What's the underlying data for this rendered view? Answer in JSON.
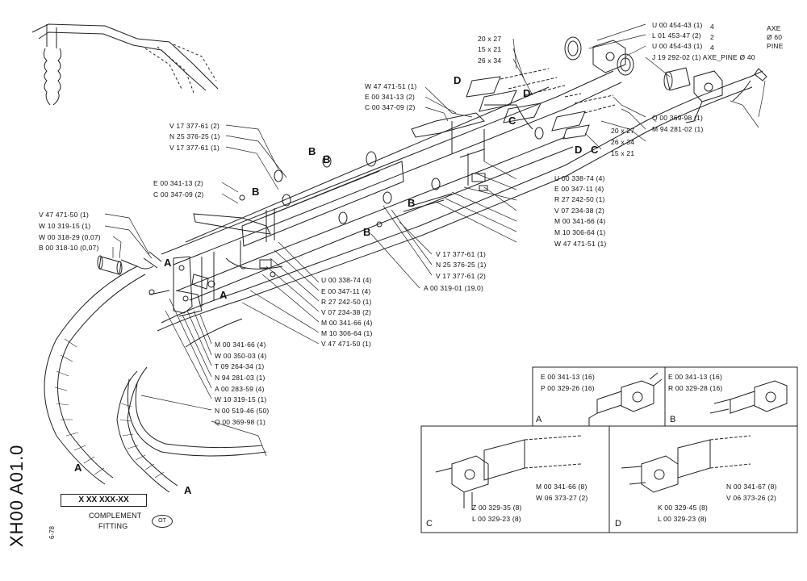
{
  "sheet": {
    "ref_code": "XH00  A01.0",
    "date": "6-78",
    "part_box": "X XX XXX-XX",
    "title_line1": "COMPLEMENT",
    "title_line2": "FITTING",
    "oval_mark": "OT"
  },
  "top_right_labels": [
    "U 00 454-43 (1)",
    "L 01 453-47 (2)",
    "U 00 454-43 (1)",
    "J 19 292-02 (1) AXE_PINE Ø 40",
    "Q 00 369-98 (1)",
    "M 94 281-02 (1)"
  ],
  "axe_group": {
    "axe": "AXE",
    "dia": "Ø 60",
    "pine": "PINE",
    "mark1": "4",
    "mark2": "2",
    "mark3": "4"
  },
  "sizes": [
    "20 x 27",
    "15 x 21",
    "26 x 34",
    "20 x 27",
    "26 x 34",
    "15 x 21"
  ],
  "left_labels": [
    "W 47 471-51 (1)",
    "E 00 341-13 (2)",
    "C 00 347-09 (2)",
    "V 17 377-61 (2)",
    "N 25 376-25 (1)",
    "V 17 377-61 (1)",
    "E 00 341-13 (2)",
    "C 00 347-09 (2)",
    "V 47 471-50 (1)",
    "W 10 319-15 (1)",
    "W 00 318-29 (0,07)",
    "B 00 318-10 (0,07)"
  ],
  "right_labels": [
    "U 00 338-74 (4)",
    "E 00 347-11 (4)",
    "R 27 242-50 (1)",
    "V 07 234-38 (2)",
    "M 00 341-66 (4)",
    "M 10 306-64 (1)",
    "W 47 471-51 (1)"
  ],
  "mid_labels": [
    "V 17 377-61 (1)",
    "N 25 376-25 (1)",
    "V 17 377-61 (2)",
    "A 00 319-01 (19,0)"
  ],
  "center_labels": [
    "U 00 338-74 (4)",
    "E 00 347-11 (4)",
    "R 27 242-50 (1)",
    "V 07 234-38 (2)",
    "M 00 341-66 (4)",
    "M 10 306-64 (1)",
    "V 47 471-50 (1)"
  ],
  "lower_labels": [
    "M 00 341-66 (4)",
    "W 00 350-03 (4)",
    "T 09 264-34 (1)",
    "N 94 281-03 (1)",
    "A 00 283-59 (4)",
    "W 10 319-15 (1)",
    "N 00 519-46 (50)",
    "Q 00 369-98 (1)"
  ],
  "details": {
    "A": {
      "letter": "A",
      "l1": "E 00 341-13 (16)",
      "l2": "P 00 329-26 (16)"
    },
    "B": {
      "letter": "B",
      "l1": "E 00 341-13 (16)",
      "l2": "R 00 329-28 (16)"
    },
    "C": {
      "letter": "C",
      "l1": "M 00 341-66 (8)",
      "l2": "W 06 373-27 (2)",
      "l3": "Z 00 329-35 (8)",
      "l4": "L 00 329-23 (8)"
    },
    "D": {
      "letter": "D",
      "l1": "N 00 341-67 (8)",
      "l2": "V 06 373-26 (2)",
      "l3": "K 00 329-45 (8)",
      "l4": "L 00 329-23 (8)"
    }
  },
  "callouts": [
    "A",
    "A",
    "A",
    "A",
    "B",
    "B",
    "B",
    "B",
    "B",
    "C",
    "C",
    "D",
    "D",
    "D"
  ]
}
